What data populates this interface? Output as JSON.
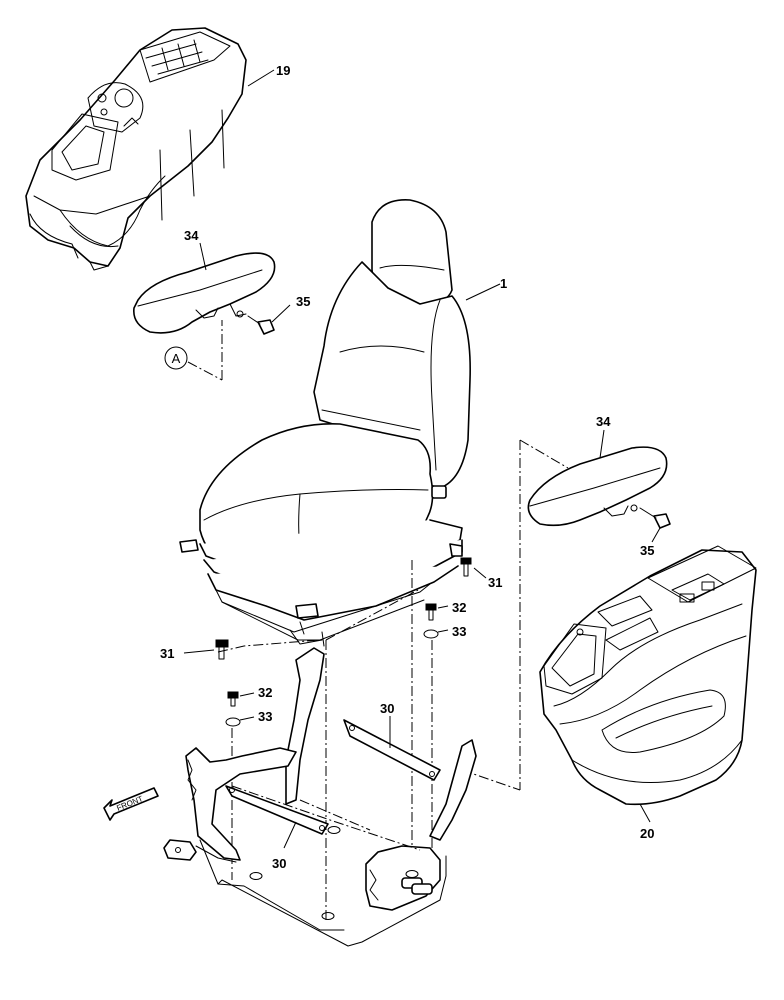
{
  "callouts": {
    "c19": "19",
    "c34a": "34",
    "c35a": "35",
    "c1": "1",
    "c34b": "34",
    "c35b": "35",
    "c31a": "31",
    "c32a": "32",
    "c33a": "33",
    "c31b": "31",
    "c32b": "32",
    "c33b": "33",
    "c30a": "30",
    "c30b": "30",
    "c20": "20"
  },
  "reference_marker": "A",
  "direction_arrow": "FRONT"
}
